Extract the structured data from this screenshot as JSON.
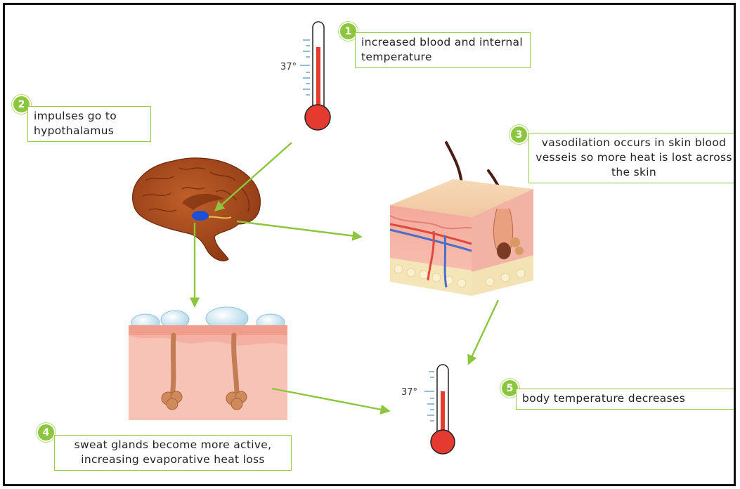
{
  "steps": [
    {
      "number": "1",
      "text": "increased blood and internal temperature"
    },
    {
      "number": "2",
      "text": "impulses go to hypothalamus"
    },
    {
      "number": "3",
      "text": "vasodilation occurs in skin blood vesseis so more heat is lost across the skin"
    },
    {
      "number": "4",
      "text": "sweat glands become more active, increasing evaporative heat loss"
    },
    {
      "number": "5",
      "text": "body temperature decreases"
    }
  ],
  "thermometers": {
    "top_label": "37°",
    "bottom_label": "37°"
  },
  "colors": {
    "badge": "#8cc63f",
    "arrow": "#8cc63f",
    "mercury": "#e53a2f",
    "brain": "#a9471c",
    "hypothalamus": "#1a4fd6",
    "skin": "#f6b9aa"
  }
}
